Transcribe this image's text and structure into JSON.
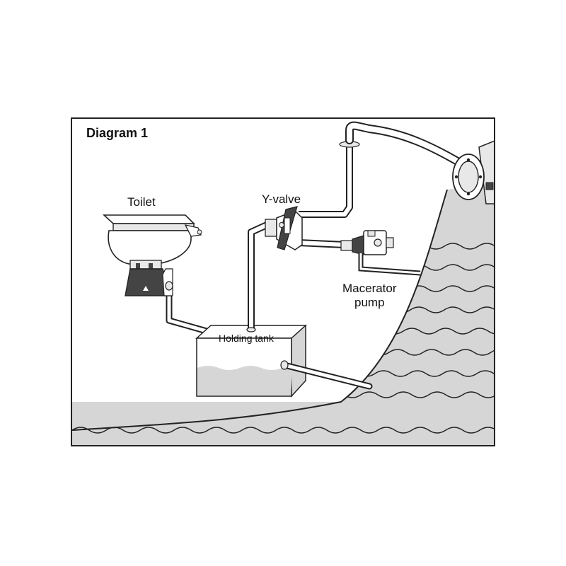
{
  "diagram": {
    "title": "Diagram 1",
    "labels": {
      "toilet": "Toilet",
      "y_valve": "Y-valve",
      "macerator_line1": "Macerator",
      "macerator_line2": "pump",
      "holding_tank": "Holding tank"
    },
    "colors": {
      "line": "#222222",
      "water_fill": "#d6d6d6",
      "pipe_fill": "#ffffff",
      "part_fill": "#e8e8e8",
      "dark_part": "#444444",
      "background": "#ffffff"
    }
  }
}
